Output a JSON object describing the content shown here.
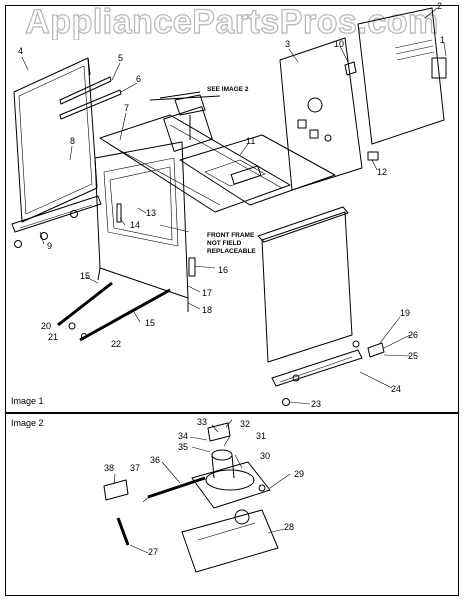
{
  "watermark": "AppliancePartsPros.com",
  "captions": {
    "image1": "Image 1",
    "image2": "Image 2"
  },
  "notes": {
    "see_image": "SEE IMAGE 2",
    "front_frame": [
      "FRONT FRAME",
      "NOT FIELD",
      "REPLACEABLE"
    ]
  },
  "callouts": [
    "1",
    "2",
    "3",
    "4",
    "5",
    "6",
    "7",
    "8",
    "9",
    "10",
    "11",
    "12",
    "13",
    "14",
    "15",
    "15",
    "16",
    "17",
    "18",
    "19",
    "20",
    "21",
    "22",
    "23",
    "24",
    "25",
    "26",
    "27",
    "28",
    "29",
    "30",
    "31",
    "32",
    "33",
    "34",
    "35",
    "36",
    "37",
    "38"
  ]
}
